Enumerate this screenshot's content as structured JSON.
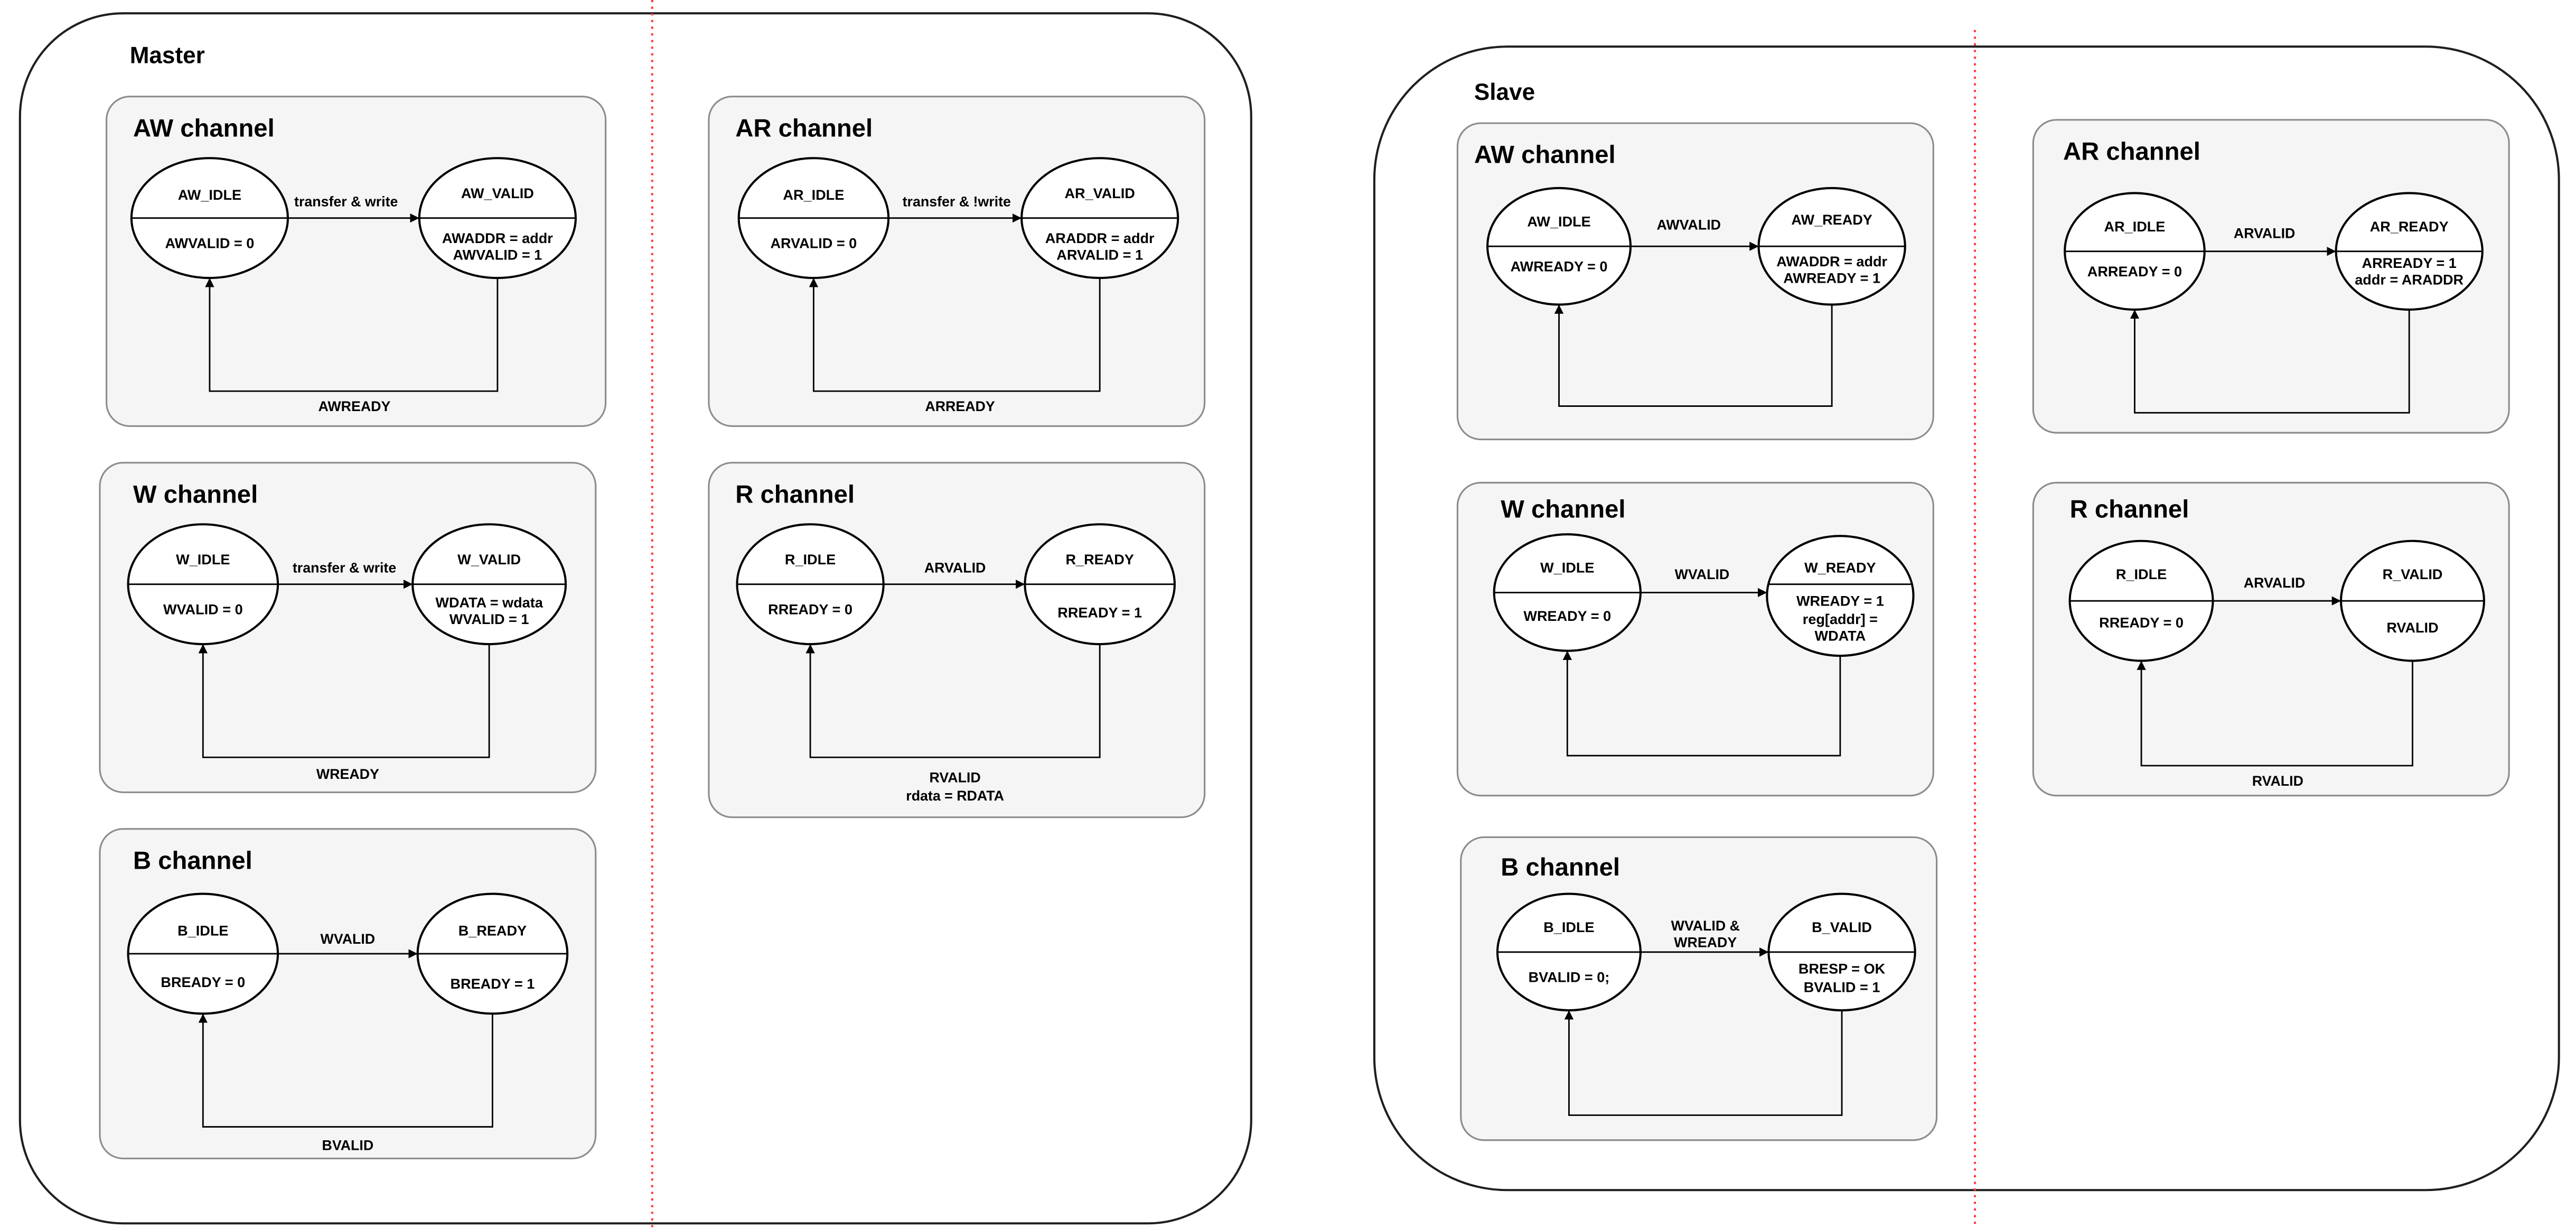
{
  "colors": {
    "guide_line": "#ff3b3b",
    "frame_stroke": "#1f1f1f",
    "panel_fill": "#f5f5f5",
    "panel_stroke": "#8c8c8c",
    "state_fill": "#ffffff",
    "line": "#000000",
    "text": "#000000"
  },
  "master": {
    "label": "Master",
    "aw": {
      "title": "AW channel",
      "idle": {
        "name": "AW_IDLE",
        "outputs": [
          "AWVALID = 0"
        ]
      },
      "active": {
        "name": "AW_VALID",
        "outputs": [
          "AWADDR = addr",
          "AWVALID = 1"
        ]
      },
      "forward": [
        "transfer & write"
      ],
      "return": [
        "AWREADY"
      ]
    },
    "ar": {
      "title": "AR channel",
      "idle": {
        "name": "AR_IDLE",
        "outputs": [
          "ARVALID = 0"
        ]
      },
      "active": {
        "name": "AR_VALID",
        "outputs": [
          "ARADDR = addr",
          "ARVALID = 1"
        ]
      },
      "forward": [
        "transfer & !write"
      ],
      "return": [
        "ARREADY"
      ]
    },
    "w": {
      "title": "W channel",
      "idle": {
        "name": "W_IDLE",
        "outputs": [
          "WVALID = 0"
        ]
      },
      "active": {
        "name": "W_VALID",
        "outputs": [
          "WDATA = wdata",
          "WVALID = 1"
        ]
      },
      "forward": [
        "transfer & write"
      ],
      "return": [
        "WREADY"
      ]
    },
    "r": {
      "title": "R channel",
      "idle": {
        "name": "R_IDLE",
        "outputs": [
          "RREADY = 0"
        ]
      },
      "active": {
        "name": "R_READY",
        "outputs": [
          "RREADY = 1"
        ]
      },
      "forward": [
        "ARVALID"
      ],
      "return": [
        "RVALID",
        "rdata = RDATA"
      ]
    },
    "b": {
      "title": "B channel",
      "idle": {
        "name": "B_IDLE",
        "outputs": [
          "BREADY = 0"
        ]
      },
      "active": {
        "name": "B_READY",
        "outputs": [
          "BREADY = 1"
        ]
      },
      "forward": [
        "WVALID"
      ],
      "return": [
        "BVALID"
      ]
    }
  },
  "slave": {
    "label": "Slave",
    "aw": {
      "title": "AW channel",
      "idle": {
        "name": "AW_IDLE",
        "outputs": [
          "AWREADY = 0"
        ]
      },
      "active": {
        "name": "AW_READY",
        "outputs": [
          "AWADDR = addr",
          "AWREADY = 1"
        ]
      },
      "forward": [
        "AWVALID"
      ]
    },
    "ar": {
      "title": "AR channel",
      "idle": {
        "name": "AR_IDLE",
        "outputs": [
          "ARREADY = 0"
        ]
      },
      "active": {
        "name": "AR_READY",
        "outputs": [
          "ARREADY = 1",
          "addr = ARADDR"
        ]
      },
      "forward": [
        "ARVALID"
      ]
    },
    "w": {
      "title": "W channel",
      "idle": {
        "name": "W_IDLE",
        "outputs": [
          "WREADY = 0"
        ]
      },
      "active": {
        "name": "W_READY",
        "outputs": [
          "WREADY = 1",
          "reg[addr] =",
          "WDATA"
        ]
      },
      "forward": [
        "WVALID"
      ]
    },
    "r": {
      "title": "R channel",
      "idle": {
        "name": "R_IDLE",
        "outputs": [
          "RREADY = 0"
        ]
      },
      "active": {
        "name": "R_VALID",
        "outputs": [
          "RVALID"
        ]
      },
      "forward": [
        "ARVALID"
      ],
      "return": [
        "RVALID"
      ]
    },
    "b": {
      "title": "B channel",
      "idle": {
        "name": "B_IDLE",
        "outputs": [
          "BVALID = 0;"
        ]
      },
      "active": {
        "name": "B_VALID",
        "outputs": [
          "BRESP = OK",
          "BVALID = 1"
        ]
      },
      "forward": [
        "WVALID &",
        "WREADY"
      ]
    }
  }
}
